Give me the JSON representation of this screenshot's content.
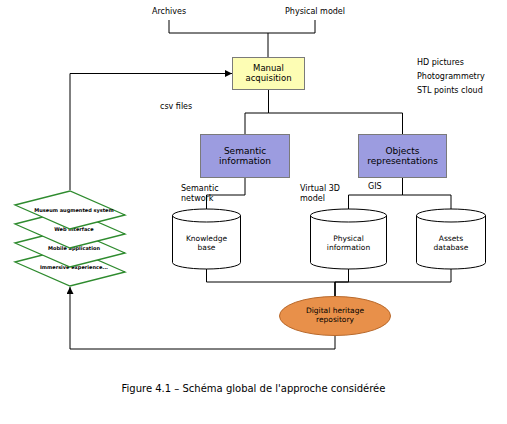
{
  "diagram": {
    "caption": "Figure 4.1 – Schéma global de l'approche considérée",
    "nodes": [
      {
        "text": [
          "Manual acquisition"
        ]
      },
      {
        "text": [
          "Semantic information"
        ]
      },
      {
        "text": [
          "Objects representations"
        ]
      },
      {
        "text": [
          "Knowledge base"
        ]
      },
      {
        "text": [
          "Physical information"
        ]
      },
      {
        "text": [
          "Assets database"
        ]
      },
      {
        "text": [
          "Digital heritage repository"
        ]
      },
      {
        "text": [
          "Museum augmented system"
        ]
      },
      {
        "text": [
          "Web interface"
        ]
      },
      {
        "text": [
          "Mobile application"
        ]
      },
      {
        "text": [
          "Immersive experience..."
        ]
      }
    ],
    "edges": [
      {
        "from": 0,
        "to": 1,
        "arrow": "none"
      },
      {
        "from": 0,
        "to": 2,
        "arrow": "none"
      },
      {
        "from": 1,
        "to": 3,
        "arrow": "none"
      },
      {
        "from": 2,
        "to": 4,
        "arrow": "none"
      },
      {
        "from": 2,
        "to": 5,
        "arrow": "none"
      },
      {
        "from": 3,
        "to": 6,
        "arrow": "none"
      },
      {
        "from": 4,
        "to": 6,
        "arrow": "none"
      },
      {
        "from": 5,
        "to": 6,
        "arrow": "none"
      },
      {
        "from": 6,
        "to": 10,
        "arrow": "to"
      },
      {
        "from": 7,
        "to": 0,
        "arrow": "to"
      }
    ],
    "labels": [
      "Archives",
      "Physical model",
      "HD pictures",
      "Photogrammetry",
      "STL points cloud",
      "csv files",
      "Semantic network",
      "Virtual 3D model",
      "GIS"
    ]
  }
}
